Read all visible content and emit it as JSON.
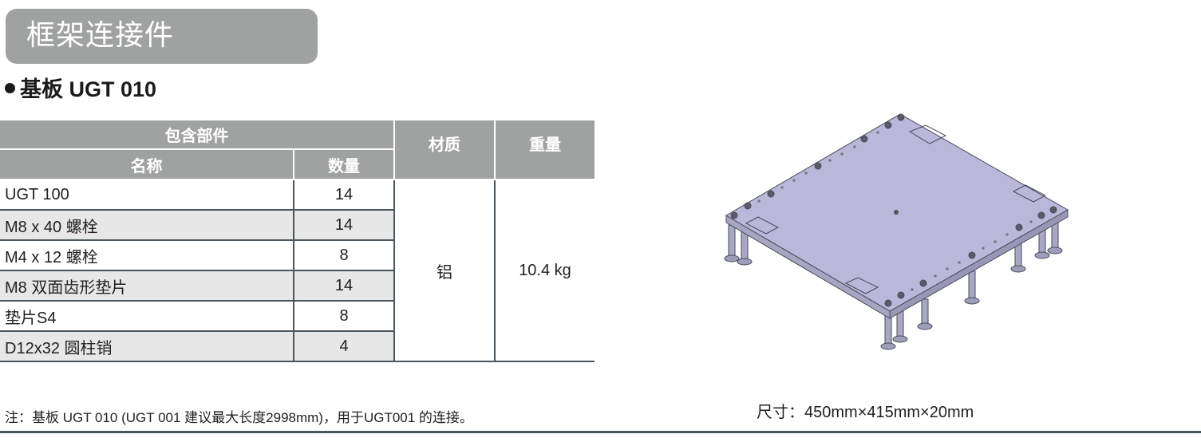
{
  "header": {
    "title": "框架连接件"
  },
  "product": {
    "bullet_icon": "filled-circle-icon",
    "name": "基板 UGT 010"
  },
  "parts_table": {
    "group_header": "包含部件",
    "columns": {
      "name": "名称",
      "quantity": "数量",
      "material": "材质",
      "weight": "重量"
    },
    "rows": [
      {
        "name": "UGT 100",
        "quantity": "14"
      },
      {
        "name": "M8 x 40 螺栓",
        "quantity": "14"
      },
      {
        "name": "M4 x 12 螺栓",
        "quantity": "8"
      },
      {
        "name": "M8 双面齿形垫片",
        "quantity": "14"
      },
      {
        "name": "垫片S4",
        "quantity": "8"
      },
      {
        "name": "D12x32 圆柱销",
        "quantity": "4"
      }
    ],
    "material": "铝",
    "weight": "10.4 kg"
  },
  "note": "注：基板 UGT 010 (UGT 001 建议最大长度2998mm)，用于UGT001 的连接。",
  "dimensions": "尺寸：450mm×415mm×20mm",
  "figure": {
    "icon": "base-plate-isometric-drawing",
    "plate_color": "#b9b8d9",
    "edge_color": "#4a4a5a"
  }
}
